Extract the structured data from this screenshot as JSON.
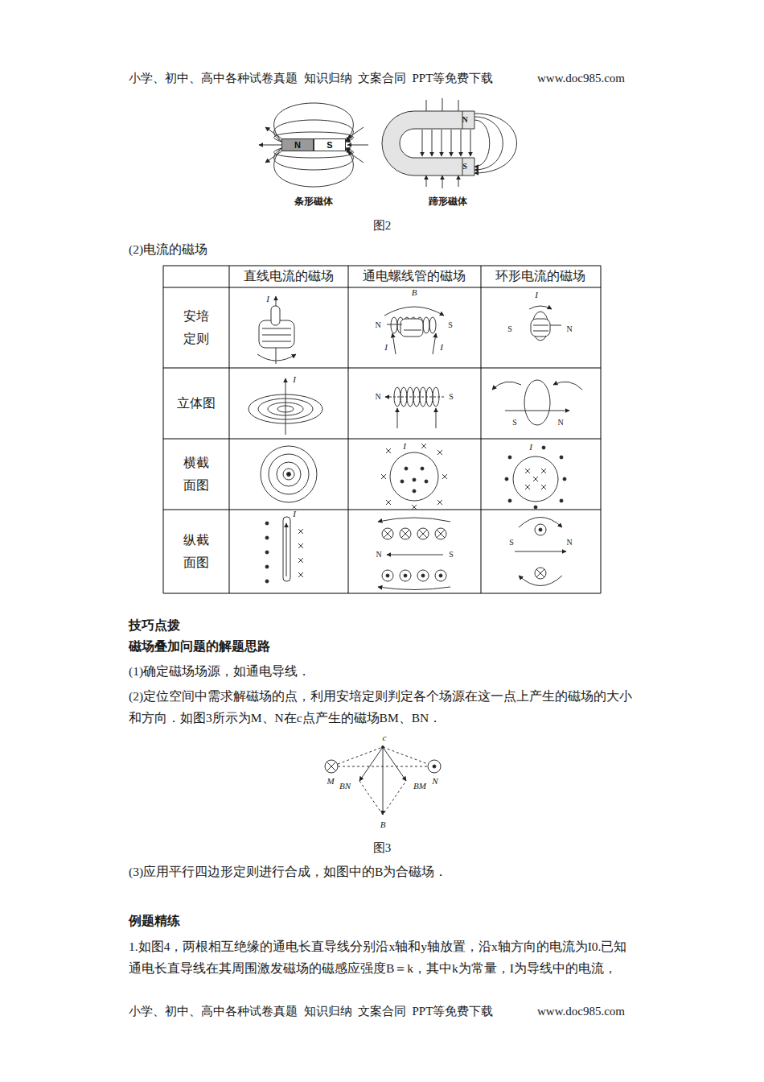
{
  "diagram": {
    "nodes": [
      {
        "text": [
          "N"
        ]
      },
      {
        "text": [
          "S"
        ]
      }
    ],
    "labels": [
      "小学、初中、高中各种试卷真题  知识归纳  文案合同  PPT等免费下载",
      "www.doc985.com",
      "条形磁体",
      "蹄形磁体",
      "N",
      "S",
      "图2",
      "(2)电流的磁场",
      "直线电流的磁场",
      "通电螺线管的磁场",
      "环形电流的磁场",
      "安培 定则",
      "立体图",
      "横截 面图",
      "纵截 面图",
      "I",
      "B",
      "N",
      "S",
      "I",
      "I",
      "I",
      "S",
      "N",
      "I",
      "N",
      "S",
      "S",
      "N",
      "I",
      "I",
      "I",
      "N",
      "S",
      "S",
      "N",
      "技巧点拨",
      "磁场叠加问题的解题思路",
      "(1)确定磁场场源，如通电导线．",
      "(2)定位空间中需求解磁场的点，利用安培定则判定各个场源在这一点上产生的磁场的大小和方向．如图3所示为M、N在c点产生的磁场BM、BN．",
      "c",
      "M",
      "N",
      "BN",
      "BM",
      "B",
      "图3",
      "(3)应用平行四边形定则进行合成，如图中的B为合磁场．",
      "例题精练",
      "1.如图4，两根相互绝缘的通电长直导线分别沿x轴和y轴放置，沿x轴方向的电流为I0.已知通电长直导线在其周围激发磁场的磁感应强度B＝k，其中k为常量，I为导线中的电流，",
      "小学、初中、高中各种试卷真题  知识归纳  文案合同  PPT等免费下载",
      "www.doc985.com"
    ]
  }
}
